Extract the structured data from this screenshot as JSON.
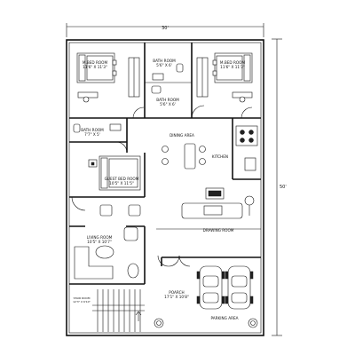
{
  "dimensions": {
    "width": "30'",
    "depth": "50'"
  },
  "rooms": {
    "bedroom_left": {
      "name": "M.BED ROOM",
      "size": "11'6\" X 11'3\""
    },
    "bedroom_right": {
      "name": "M.BED ROOM",
      "size": "11'6\" X 11'3\""
    },
    "bath_top": {
      "name": "BATH ROOM",
      "size": "5'6\" X 6'"
    },
    "bath_middle": {
      "name": "BATH ROOM",
      "size": "5'6\" X 6'"
    },
    "bath_left": {
      "name": "BATH ROOM",
      "size": "7'7\" X 5'"
    },
    "guest_bedroom": {
      "name": "GUEST BED ROOM",
      "size": "10'5\" X 11'5\""
    },
    "dining": {
      "name": "DINING AREA"
    },
    "kitchen": {
      "name": "KITCHEN"
    },
    "drawing": {
      "name": "DRAWING ROOM"
    },
    "living": {
      "name": "LIVING ROOM",
      "size": "10'5\" X 10'7\""
    },
    "stair": {
      "name": "STAIR ROOM",
      "size": "12'3\" X 6'10\""
    },
    "porch": {
      "name": "POARCH",
      "size": "17'1\" X 10'8\""
    },
    "parking": {
      "name": "PARKING AREA"
    }
  }
}
